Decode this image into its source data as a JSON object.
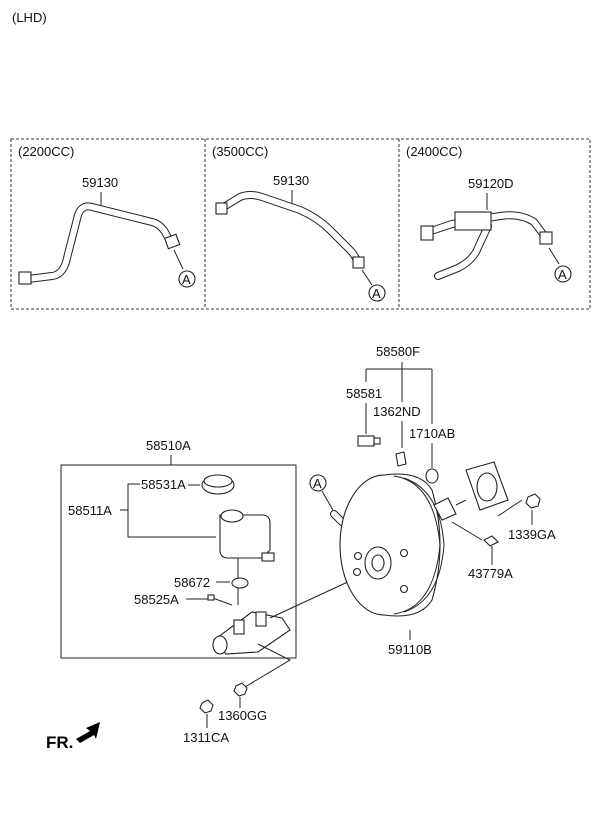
{
  "header": {
    "variant": "(LHD)"
  },
  "panels": [
    {
      "engine": "(2200CC)",
      "part": "59130",
      "ref": "A"
    },
    {
      "engine": "(3500CC)",
      "part": "59130",
      "ref": "A"
    },
    {
      "engine": "(2400CC)",
      "part": "59120D",
      "ref": "A"
    }
  ],
  "reservoir_group": {
    "assembly": "58510A",
    "reservoir": "58511A",
    "cap": "58531A",
    "seal": "58672",
    "bolt": "58525A"
  },
  "booster_group": {
    "booster": "59110B",
    "kit": "58580F",
    "check_valve": "58581",
    "clip": "1362ND",
    "grommet": "1710AB",
    "nut": "1339GA",
    "gasket_pin": "43779A",
    "ref": "A"
  },
  "fasteners": {
    "nut": "1360GG",
    "washer_nut": "1311CA"
  },
  "direction": {
    "label": "FR."
  }
}
